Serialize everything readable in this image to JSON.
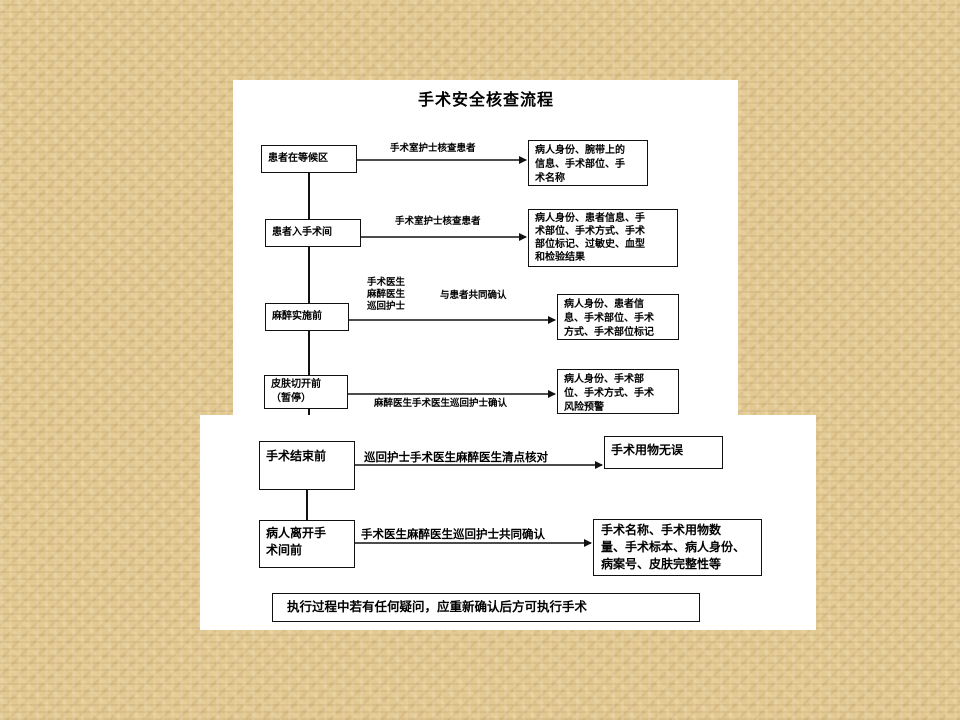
{
  "title": "手术安全核查流程",
  "steps": [
    {
      "name": "患者在等候区",
      "action": [
        "手术室护士核查患者"
      ],
      "check": [
        "病人身份、腕带上的",
        "信息、手术部位、手",
        "术名称"
      ]
    },
    {
      "name": "患者入手术间",
      "action": [
        "手术室护士核查患者"
      ],
      "check": [
        "病人身份、患者信息、手",
        "术部位、手术方式、手术",
        "部位标记、过敏史、血型",
        "和检验结果"
      ]
    },
    {
      "name": "麻醉实施前",
      "action": [
        "手术医生",
        "麻醉医生",
        "巡回护士"
      ],
      "action_extra": "与患者共同确认",
      "check": [
        "病人身份、患者信",
        "息、手术部位、手术",
        "方式、手术部位标记"
      ]
    },
    {
      "name": [
        "皮肤切开前",
        "（暂停）"
      ],
      "action": [
        "麻醉医生手术医生巡回护士确认"
      ],
      "check": [
        "病人身份、手术部",
        "位、手术方式、手术",
        "风险预警"
      ]
    },
    {
      "name": "手术结束前",
      "action": [
        "巡回护士手术医生麻醉医生清点核对"
      ],
      "check": [
        "手术用物无误"
      ]
    },
    {
      "name": [
        "病人离开手",
        "术间前"
      ],
      "action": [
        "手术医生麻醉医生巡回护士共同确认"
      ],
      "check": [
        "手术名称、手术用物数",
        "量、手术标本、病人身份、",
        "病案号、皮肤完整性等"
      ]
    }
  ],
  "footer_note": "执行过程中若有任何疑问，应重新确认后方可执行手术"
}
